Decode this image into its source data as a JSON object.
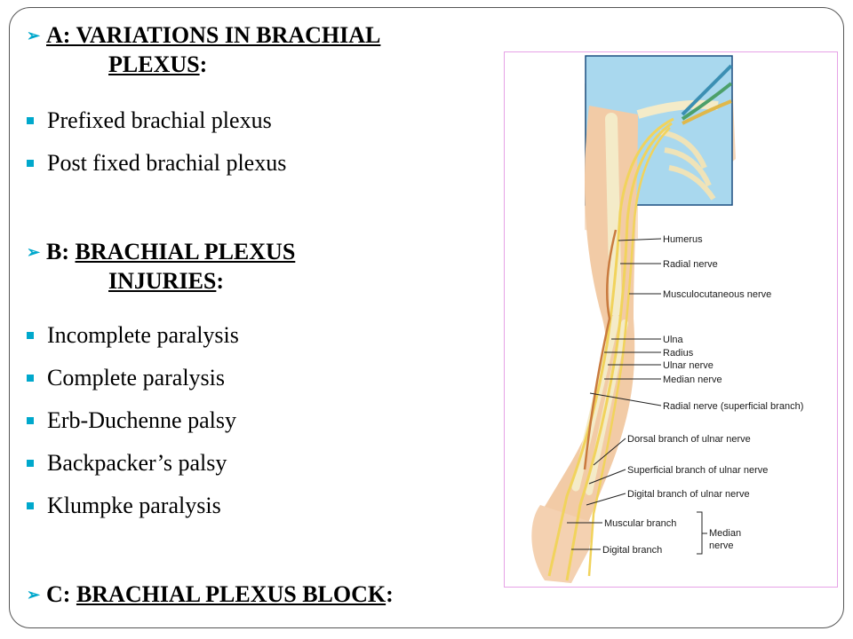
{
  "sections": {
    "a": {
      "title_line1": "A:  VARIATIONS IN BRACHIAL",
      "title_line2": "PLEXUS",
      "colon": ":"
    },
    "a_items": [
      "Prefixed brachial plexus",
      "Post fixed brachial plexus"
    ],
    "b": {
      "prefix": "B: ",
      "title_line1": "BRACHIAL PLEXUS",
      "title_line2": "INJURIES",
      "colon": ":"
    },
    "b_items": [
      "Incomplete paralysis",
      "Complete paralysis",
      "Erb-Duchenne palsy",
      "Backpacker’s palsy",
      "Klumpke paralysis"
    ],
    "c": {
      "prefix": "C: ",
      "title": "BRACHIAL PLEXUS BLOCK",
      "colon": ":"
    }
  },
  "figure": {
    "labels": {
      "humerus": "Humerus",
      "radial_nerve": "Radial nerve",
      "musculocutaneous": "Musculocutaneous nerve",
      "ulna": "Ulna",
      "radius": "Radius",
      "ulnar_nerve": "Ulnar nerve",
      "median_nerve": "Median nerve",
      "radial_superficial": "Radial nerve (superficial branch)",
      "dorsal_ulnar": "Dorsal branch of ulnar nerve",
      "superficial_ulnar": "Superficial branch of ulnar nerve",
      "digital_ulnar": "Digital branch of ulnar nerve",
      "muscular_branch": "Muscular branch",
      "digital_branch": "Digital branch",
      "median_group_1": "Median",
      "median_group_2": "nerve"
    }
  },
  "colors": {
    "accent": "#00a8cc",
    "skin": "#f2cba6",
    "nerve": "#f1d35c",
    "bone": "#f4ebc8",
    "highlight": "#a9d8ee"
  }
}
